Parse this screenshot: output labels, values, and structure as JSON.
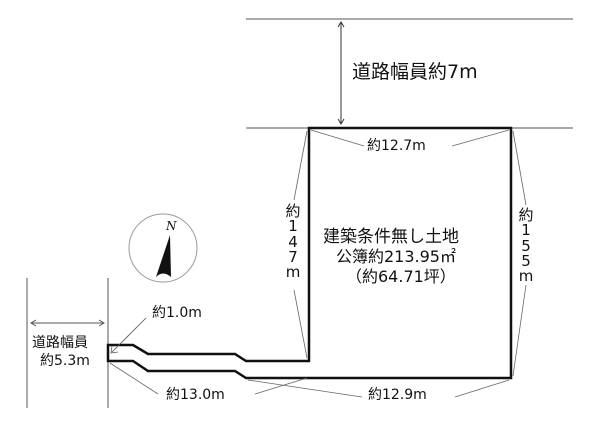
{
  "road_north": {
    "label": "道路幅員約7m"
  },
  "road_west": {
    "label_line1": "道路幅員",
    "label_line2": "約5.3m"
  },
  "lot": {
    "title": "建築条件無し土地",
    "area_registry": "公簿約213.95㎡",
    "area_tsubo": "（約64.71坪）"
  },
  "dimensions": {
    "top": "約12.7m",
    "bottom": "約12.9m",
    "driveway_length": "約13.0m",
    "driveway_width": "約1.0m",
    "left": [
      "約",
      "1",
      "4",
      "7",
      "m"
    ],
    "right": [
      "約",
      "1",
      "5",
      "5",
      "m"
    ]
  },
  "compass": {
    "north_label": "N"
  },
  "colors": {
    "line": "#111111",
    "thin": "#555555"
  }
}
